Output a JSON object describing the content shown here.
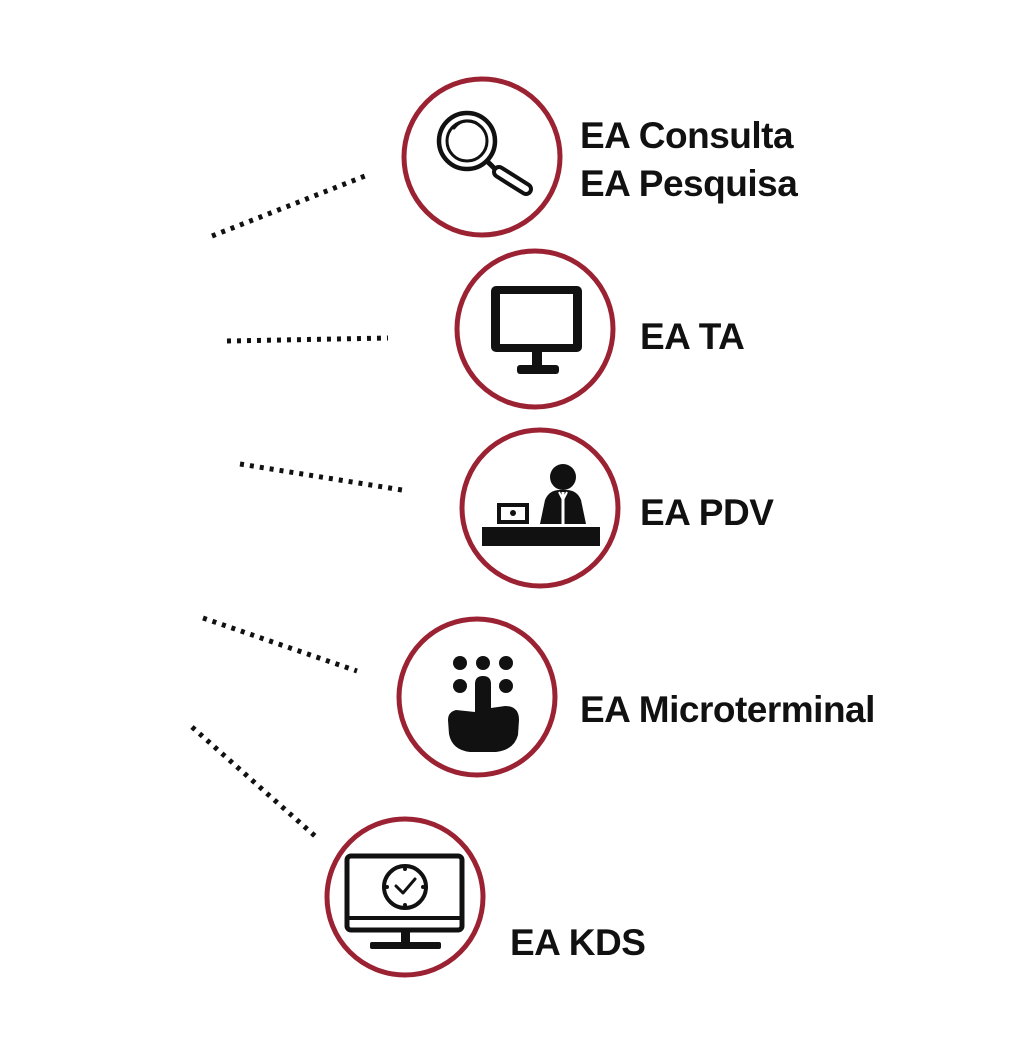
{
  "colors": {
    "ring": "#9b2232",
    "ink": "#111111",
    "dots": "#111111",
    "background": "#ffffff"
  },
  "items": [
    {
      "id": "consulta",
      "icon": "magnifier-icon",
      "lines": [
        "EA Consulta",
        "EA Pesquisa"
      ]
    },
    {
      "id": "ta",
      "icon": "monitor-icon",
      "lines": [
        "EA TA"
      ]
    },
    {
      "id": "pdv",
      "icon": "cashier-desk-icon",
      "lines": [
        "EA PDV"
      ]
    },
    {
      "id": "microterminal",
      "icon": "keypad-touch-icon",
      "lines": [
        "EA Microterminal"
      ]
    },
    {
      "id": "kds",
      "icon": "monitor-clock-icon",
      "lines": [
        "EA KDS"
      ]
    }
  ]
}
